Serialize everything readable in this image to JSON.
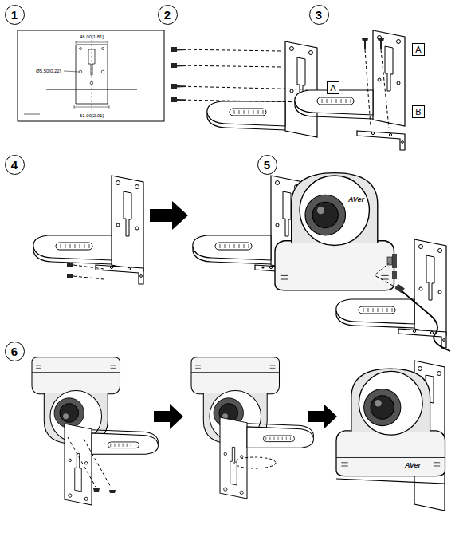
{
  "diagram": {
    "nodes": [
      {
        "text": [
          "1"
        ]
      },
      {
        "text": [
          "2"
        ]
      },
      {
        "text": [
          "3"
        ]
      },
      {
        "text": [
          "4"
        ]
      },
      {
        "text": [
          "5"
        ]
      },
      {
        "text": [
          "6"
        ]
      },
      {
        "text": [
          "A"
        ]
      },
      {
        "text": [
          "A"
        ]
      },
      {
        "text": [
          "B"
        ]
      }
    ],
    "labels": [
      "46.00[1.81]",
      "Ø5.50[0.22]",
      "51.00[2.01]",
      "AVer",
      "AVer"
    ]
  }
}
